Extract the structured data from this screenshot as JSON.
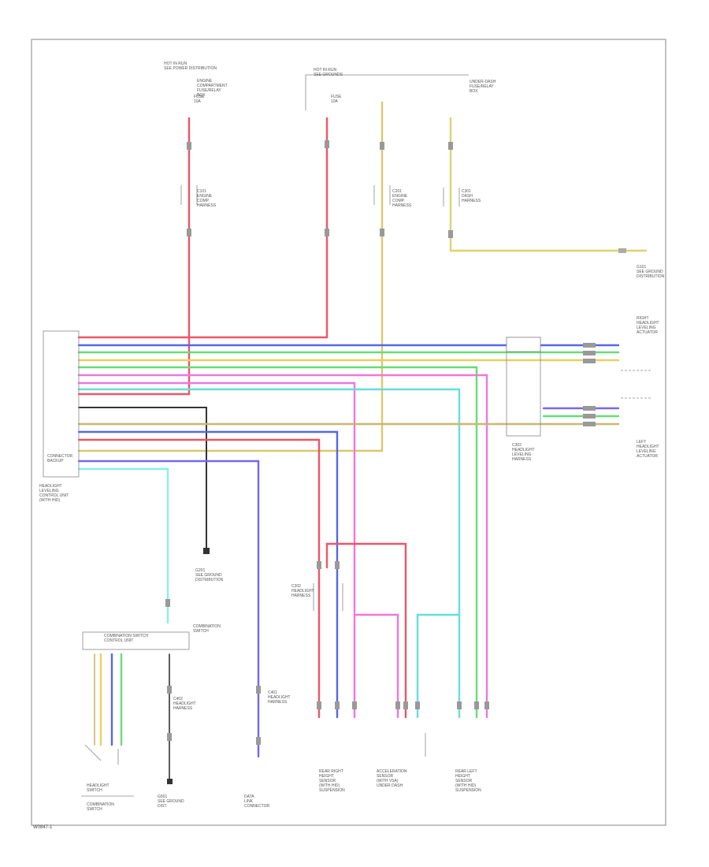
{
  "diagram": {
    "figure_code": "W0847-1",
    "labels": {
      "top_fuse_left": "HOT IN RUN\nSEE POWER DISTRIBUTION",
      "top_fuse_left_note": "FUSE\n10A",
      "top_fuse_left_desc": "ENGINE\nCOMPARTMENT\nFUSE/RELAY\nBOX",
      "top_fuse_mid": "HOT IN RUN\nSEE GROUNDS",
      "top_fuse_mid_note": "FUSE\n10A",
      "top_fuse_right_desc": "UNDER-DASH\nFUSE/RELAY\nBOX",
      "conn_left": "C101\nENGINE\nCOMP.\nHARNESS",
      "conn_mid": "C201\nENGINE\nCOMP.\nHARNESS",
      "conn_right": "C301\nDASH\nHARNESS",
      "ground_right": "G101\nSEE GROUND\nDISTRIBUTION",
      "right_top": "RIGHT\nHEADLIGHT\nLEVELING\nACTUATOR",
      "right_bottom": "LEFT\nHEADLIGHT\nLEVELING\nACTUATOR",
      "right_junction": "C302\nHEADLIGHT\nLEVELING\nHARNESS",
      "left_module": "HEADLIGHT\nLEVELING\nCONTROL UNIT\n(WITH HID)",
      "left_module_inner": "CONNECTOR\nBACKUP",
      "g201": "G201\nSEE GROUND\nDISTRIBUTION",
      "center_conn": "C202\nHEADLIGHT\nHARNESS",
      "combo_switch": "COMBINATION SWITCH\nCONTROL UNIT",
      "combo_right": "COMBINATION\nSWITCH",
      "lower_conn": "C401\nHEADLIGHT\nHARNESS",
      "lower_conn2": "C402\nHEADLIGHT\nHARNESS",
      "bottom_1": "HEADLIGHT\nSWITCH",
      "bottom_1b": "COMBINATION\nSWITCH",
      "bottom_2": "G501\nSEE GROUND\nDIST.",
      "bottom_3": "DATA\nLINK\nCONNECTOR",
      "bottom_4": "REAR RIGHT\nHEIGHT\nSENSOR\n(WITH HID)\nSUSPENSION",
      "bottom_5": "ACCELERATION\nSENSOR\n(WITH VSA)\nUNDER DASH",
      "bottom_6": "REAR LEFT\nHEIGHT\nSENSOR\n(WITH HID)\nSUSPENSION"
    },
    "wire_colors": {
      "red": "#ee5566",
      "blue": "#5566ee",
      "green": "#66dd77",
      "yellow": "#e8d060",
      "pink": "#ee77dd",
      "cyan": "#66dddd",
      "black": "#333333",
      "tan": "#c8b870",
      "purple": "#7766ee"
    }
  }
}
